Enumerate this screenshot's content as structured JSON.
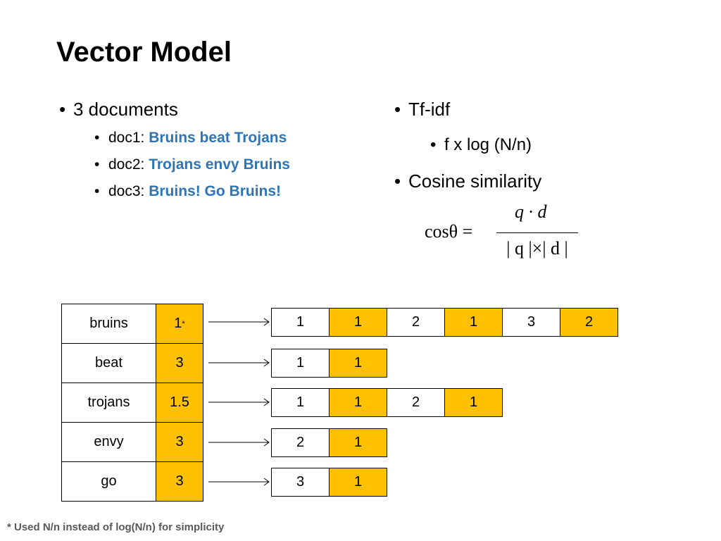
{
  "title": "Vector Model",
  "left": {
    "heading": "3 documents",
    "docs": [
      {
        "label": "doc1:",
        "text": "Bruins beat Trojans"
      },
      {
        "label": "doc2:",
        "text": "Trojans envy Bruins"
      },
      {
        "label": "doc3:",
        "text": "Bruins! Go Bruins!"
      }
    ]
  },
  "right": {
    "tfidf": "Tf-idf",
    "tfidf_formula": "f x log (N/n)",
    "cosine": "Cosine similarity"
  },
  "formula": {
    "lhs": "cosθ =",
    "numerator": "q · d",
    "denominator": "| q |×| d |"
  },
  "index": [
    {
      "term": "bruins",
      "idf": "1",
      "note": "*",
      "postings": [
        "1",
        "1",
        "2",
        "1",
        "3",
        "2"
      ]
    },
    {
      "term": "beat",
      "idf": "3",
      "note": "",
      "postings": [
        "1",
        "1"
      ]
    },
    {
      "term": "trojans",
      "idf": "1.5",
      "note": "",
      "postings": [
        "1",
        "1",
        "2",
        "1"
      ]
    },
    {
      "term": "envy",
      "idf": "3",
      "note": "",
      "postings": [
        "2",
        "1"
      ]
    },
    {
      "term": "go",
      "idf": "3",
      "note": "",
      "postings": [
        "3",
        "1"
      ]
    }
  ],
  "footnote": "* Used N/n instead of log(N/n) for simplicity"
}
